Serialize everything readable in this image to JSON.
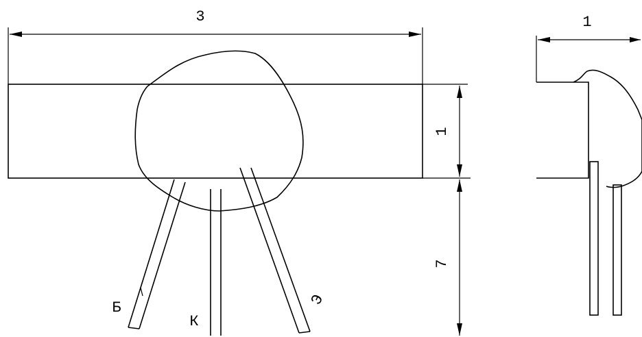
{
  "dimensions": {
    "width_main": "3",
    "width_side": "1",
    "height_body": "1",
    "lead_length": "7"
  },
  "leads": {
    "base": "Б",
    "collector": "К",
    "emitter": "Э"
  }
}
